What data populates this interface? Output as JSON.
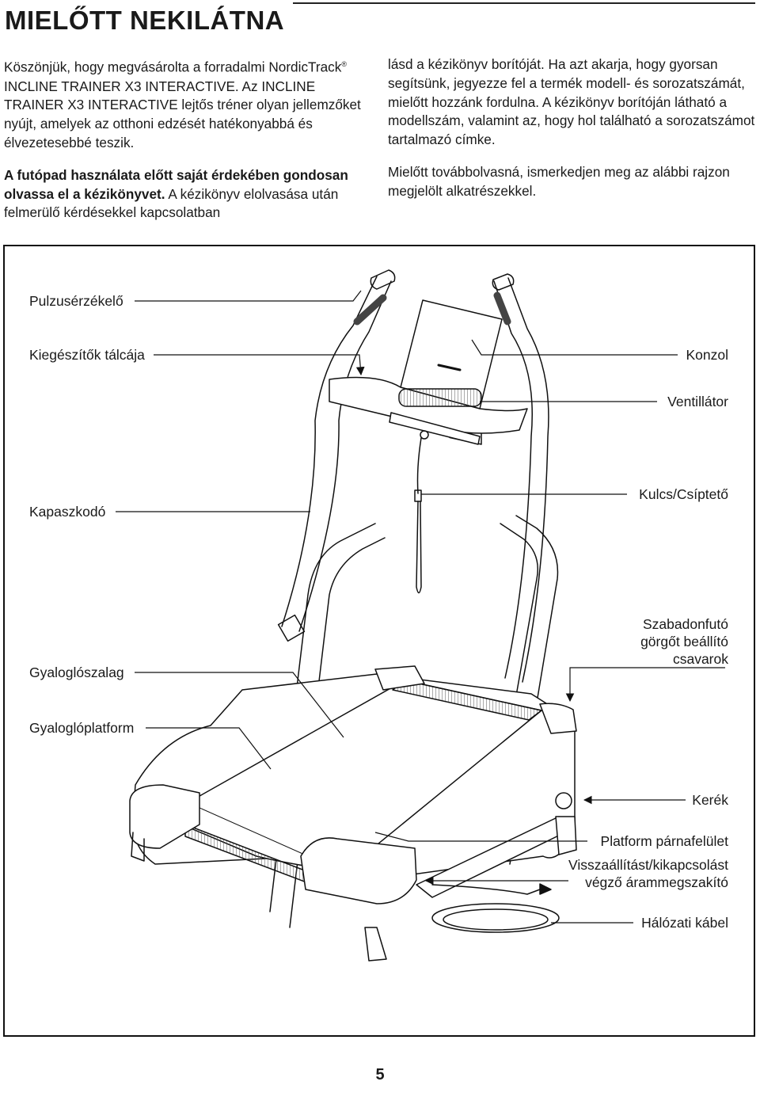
{
  "header": {
    "title": "MIELŐTT NEKILÁTNA"
  },
  "intro": {
    "p1_a": "Köszönjük, hogy megvásárolta a forradalmi NordicTrack",
    "reg": "®",
    "p1_b": " INCLINE TRAINER X3 INTERACTIVE. Az INCLINE TRAINER X3 INTERACTIVE lejtős tréner olyan jellemzőket nyújt, amelyek az otthoni edzését hatékonyabbá és élvezetesebbé teszik.",
    "p2_bold": "A futópad használata előtt saját érdekében gondosan olvassa el a kézikönyvet.",
    "p2_rest": " A kézikönyv elolvasása után felmerülő kérdésekkel kapcsolatban",
    "p3": "lásd a kézikönyv borítóját. Ha azt akarja, hogy gyorsan segítsünk, jegyezze fel a termék modell- és sorozatszámát, mielőtt hozzánk fordulna. A kézikönyv borítóján látható a modellszám, valamint az, hogy hol található a sorozatszámot tartalmazó címke.",
    "p4": "Mielőtt továbbolvasná, ismerkedjen meg az alábbi rajzon megjelölt alkatrészekkel."
  },
  "labels": {
    "pulse_sensor": "Pulzusérzékelő",
    "accessory_tray": "Kiegészítők tálcája",
    "console": "Konzol",
    "fan": "Ventillátor",
    "handrail": "Kapaszkodó",
    "key_clip": "Kulcs/Csíptető",
    "walking_belt": "Gyaloglószalag",
    "idler_line1": "Szabadonfutó",
    "idler_line2": "görgőt beállító",
    "idler_line3": "csavarok",
    "walking_platform": "Gyaloglóplatform",
    "wheel": "Kerék",
    "platform_cushion": "Platform párnafelület",
    "breaker_line1": "Visszaállítást/kikapcsolást",
    "breaker_line2": "végző árammegszakító",
    "power_cord": "Hálózati kábel"
  },
  "footer": {
    "page_number": "5"
  }
}
